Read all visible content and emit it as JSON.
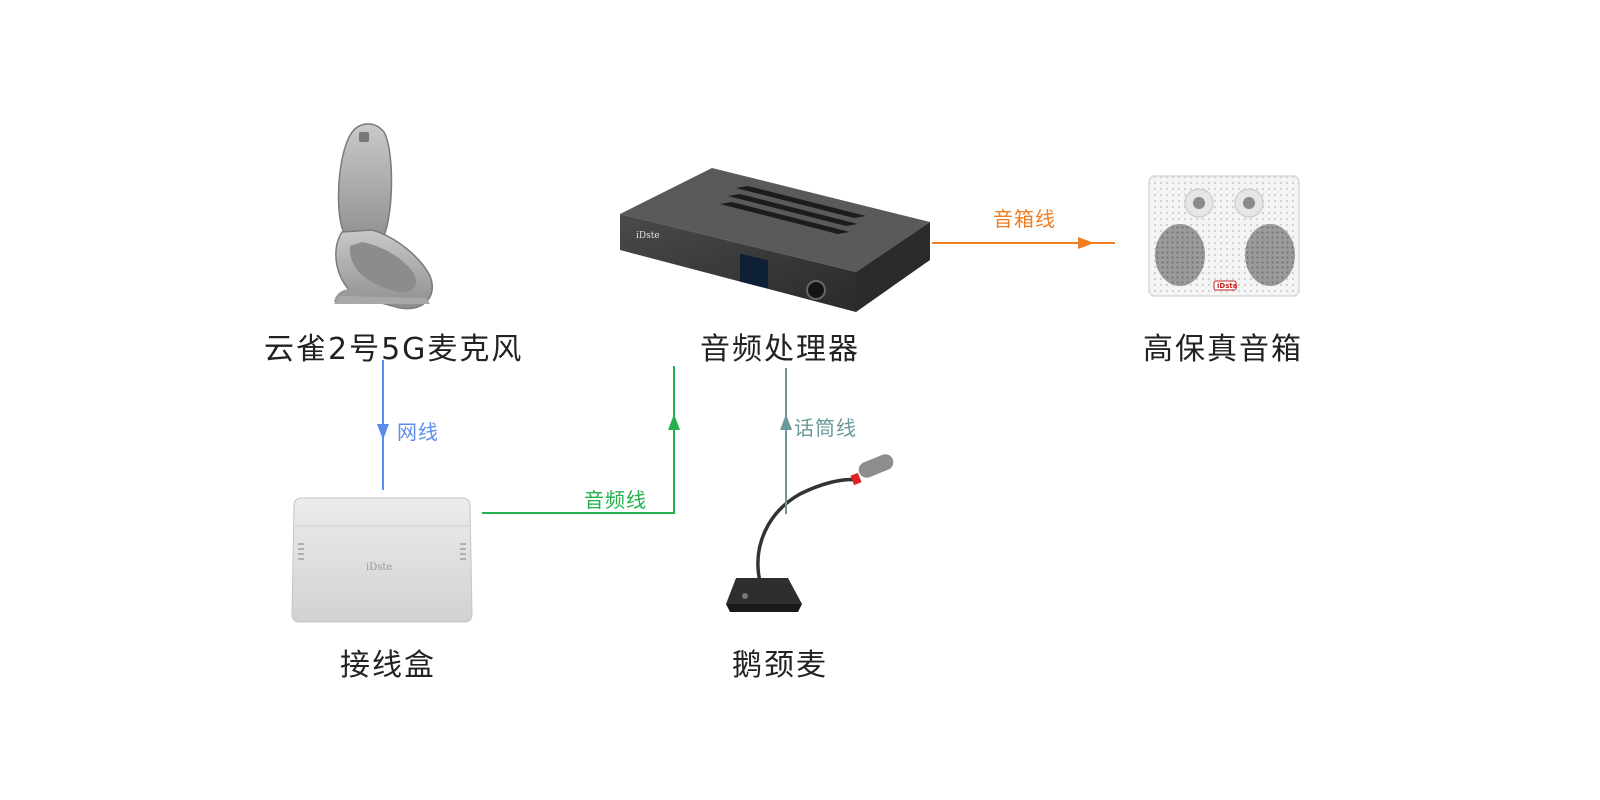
{
  "nodes": {
    "mic": {
      "label": "云雀2号5G麦克风"
    },
    "processor": {
      "label": "音频处理器",
      "brand": "iDste"
    },
    "speaker": {
      "label": "高保真音箱",
      "brand": "iDste"
    },
    "junction": {
      "label": "接线盒",
      "brand": "iDste"
    },
    "gooseneck": {
      "label": "鹅颈麦"
    }
  },
  "edges": {
    "network": {
      "label": "网线",
      "color": "#5b8def"
    },
    "audio": {
      "label": "音频线",
      "color": "#22b14c"
    },
    "speaker_cable": {
      "label": "音箱线",
      "color": "#f07d1f"
    },
    "mic_cable": {
      "label": "话筒线",
      "color": "#6a9a9a"
    }
  }
}
